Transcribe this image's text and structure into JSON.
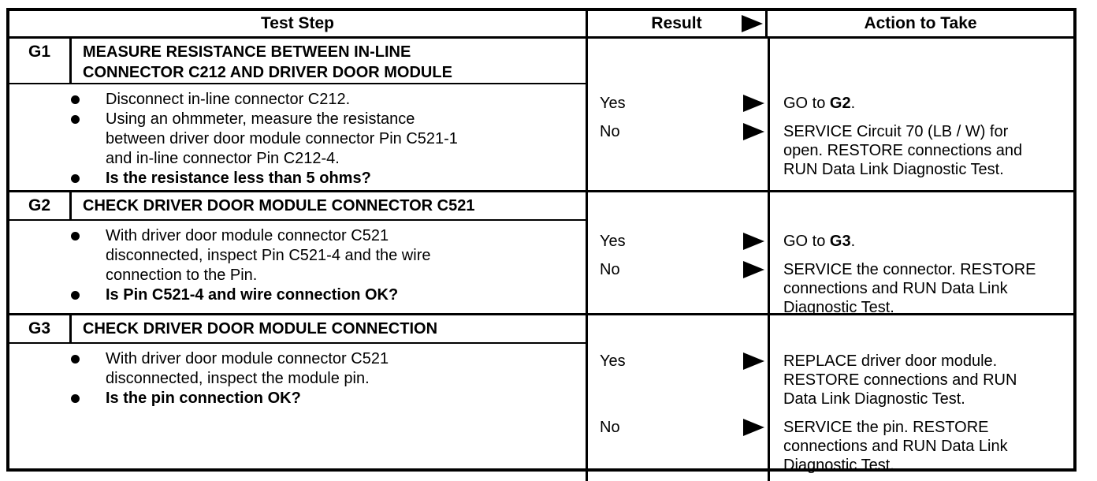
{
  "colors": {
    "ink": "#000000",
    "paper": "#ffffff"
  },
  "icons": {
    "bullet": "filled-circle",
    "result_arrow": "right-triangle"
  },
  "header": {
    "test_step": "Test Step",
    "result": "Result",
    "action": "Action to Take"
  },
  "steps": [
    {
      "id": "G1",
      "title_lines": [
        "MEASURE RESISTANCE BETWEEN IN-LINE",
        "CONNECTOR C212 AND DRIVER DOOR MODULE"
      ],
      "bullets": [
        {
          "emphasis": false,
          "lines": [
            "Disconnect in-line connector C212."
          ]
        },
        {
          "emphasis": false,
          "lines": [
            "Using an ohmmeter, measure the resistance",
            "between driver door module connector Pin C521-1",
            "and in-line connector Pin C212-4."
          ]
        },
        {
          "emphasis": true,
          "lines": [
            "Is the resistance less than 5 ohms?"
          ]
        }
      ],
      "outcomes": [
        {
          "answer": "Yes",
          "action_pre": "GO to ",
          "action_bold": "G2",
          "action_post": "."
        },
        {
          "answer": "No",
          "action_lines": [
            "SERVICE Circuit 70 (LB / W) for",
            "open. RESTORE connections and",
            "RUN Data Link Diagnostic Test."
          ]
        }
      ]
    },
    {
      "id": "G2",
      "title_lines": [
        "CHECK DRIVER DOOR MODULE CONNECTOR C521"
      ],
      "bullets": [
        {
          "emphasis": false,
          "lines": [
            "With driver door module connector C521",
            "disconnected, inspect Pin C521-4 and the wire",
            "connection to the Pin."
          ]
        },
        {
          "emphasis": true,
          "lines": [
            "Is Pin C521-4 and wire connection OK?"
          ]
        }
      ],
      "outcomes": [
        {
          "answer": "Yes",
          "action_pre": "GO to ",
          "action_bold": "G3",
          "action_post": "."
        },
        {
          "answer": "No",
          "action_lines": [
            "SERVICE the connector. RESTORE",
            "connections and RUN Data Link",
            "Diagnostic Test."
          ]
        }
      ]
    },
    {
      "id": "G3",
      "title_lines": [
        "CHECK DRIVER DOOR MODULE CONNECTION"
      ],
      "bullets": [
        {
          "emphasis": false,
          "lines": [
            "With driver door module connector C521",
            "disconnected, inspect the module pin."
          ]
        },
        {
          "emphasis": true,
          "lines": [
            "Is the pin connection OK?"
          ]
        }
      ],
      "outcomes": [
        {
          "answer": "Yes",
          "action_lines": [
            "REPLACE driver door module.",
            "RESTORE connections and RUN",
            "Data Link Diagnostic Test."
          ]
        },
        {
          "answer": "No",
          "action_lines": [
            "SERVICE the pin. RESTORE",
            "connections and RUN Data Link",
            "Diagnostic Test."
          ]
        }
      ]
    }
  ]
}
